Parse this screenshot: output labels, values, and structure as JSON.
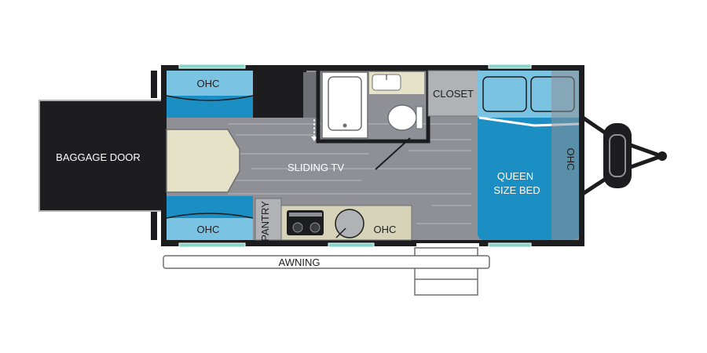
{
  "floorplan": {
    "labels": {
      "baggage_door": "BAGGAGE DOOR",
      "ohc_top_left": "OHC",
      "ohc_bottom_left": "OHC",
      "ohc_galley": "OHC",
      "ohc_bed": "OHC",
      "closet": "CLOSET",
      "pantry": "PANTRY",
      "sliding_tv": "SLIDING TV",
      "bed_line1": "QUEEN",
      "bed_line2": "SIZE BED",
      "awning": "AWNING"
    },
    "colors": {
      "wall": "#1d1d1f",
      "floor": "#8e9096",
      "floor_plank": "#a4a6ab",
      "blue": "#1b8fc4",
      "blue_light": "#7bc3e3",
      "tan": "#e6e2c8",
      "counter": "#d6d3b8",
      "window": "#7fd6c7",
      "gray_box": "#b0b2b6",
      "dark": "#1d1d1f"
    }
  }
}
